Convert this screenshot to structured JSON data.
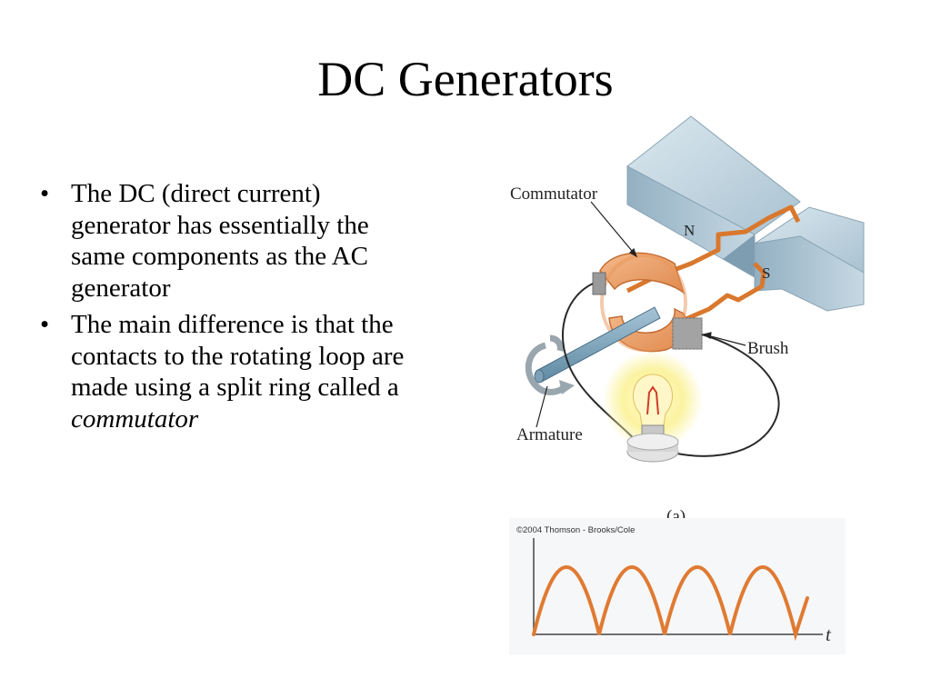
{
  "slide": {
    "title": "DC Generators",
    "bullets": [
      {
        "text": "The DC (direct current) generator has essentially the same components as the AC generator",
        "emphasis": ""
      },
      {
        "text": "The main difference is that the contacts to the rotating loop are made using a split ring called a ",
        "emphasis": "commutator"
      }
    ]
  },
  "figure": {
    "labels": {
      "commutator": "Commutator",
      "north": "N",
      "south": "S",
      "brush": "Brush",
      "armature": "Armature",
      "panel": "(a)"
    },
    "copyright": "©2004 Thomson - Brooks/Cole",
    "time_axis": "t",
    "colors": {
      "wire": "#d9782d",
      "magnet": "#b8cfdc",
      "waveform": "#e07a32",
      "bulb_glow": "#fbf3a0"
    }
  }
}
